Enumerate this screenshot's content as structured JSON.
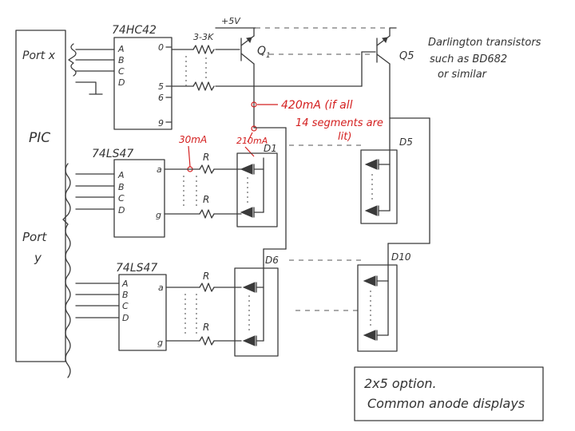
{
  "labels": {
    "pic": "PIC",
    "port_x": "Port x",
    "port_y_1": "Port",
    "port_y_2": "y",
    "chip_decoder": "74HC42",
    "chip_bcd_1": "74LS47",
    "chip_bcd_2": "74LS47",
    "vplus": "+5V",
    "r_base": "3-3K",
    "q1": "Q",
    "q1_sub": "1",
    "q5": "Q5",
    "d1": "D1",
    "d5": "D5",
    "d6": "D6",
    "d10": "D10",
    "r1": "R",
    "r2": "R",
    "r3": "R",
    "r4": "R",
    "note_line1": "Darlington transistors",
    "note_line2": "such as BD682",
    "note_line3": "or similar",
    "current_total": "420mA (if all",
    "current_seg": "14 segments are",
    "current_lit": "lit)",
    "current_30": "30mA",
    "current_210": "210mA",
    "option_line1": "2x5 option.",
    "option_line2": "Common anode displays"
  },
  "pins": {
    "dec_in": [
      "A",
      "B",
      "C",
      "D"
    ],
    "dec_out": [
      "0",
      "5",
      "6",
      "9"
    ],
    "bcd1_in": [
      "A",
      "B",
      "C",
      "D"
    ],
    "bcd1_out": [
      "a",
      "g"
    ],
    "bcd2_in": [
      "A",
      "B",
      "C",
      "D"
    ],
    "bcd2_out": [
      "a",
      "g"
    ]
  },
  "colors": {
    "ink": "#3a3a3a",
    "annotation": "#d42020",
    "paper": "#ffffff"
  }
}
